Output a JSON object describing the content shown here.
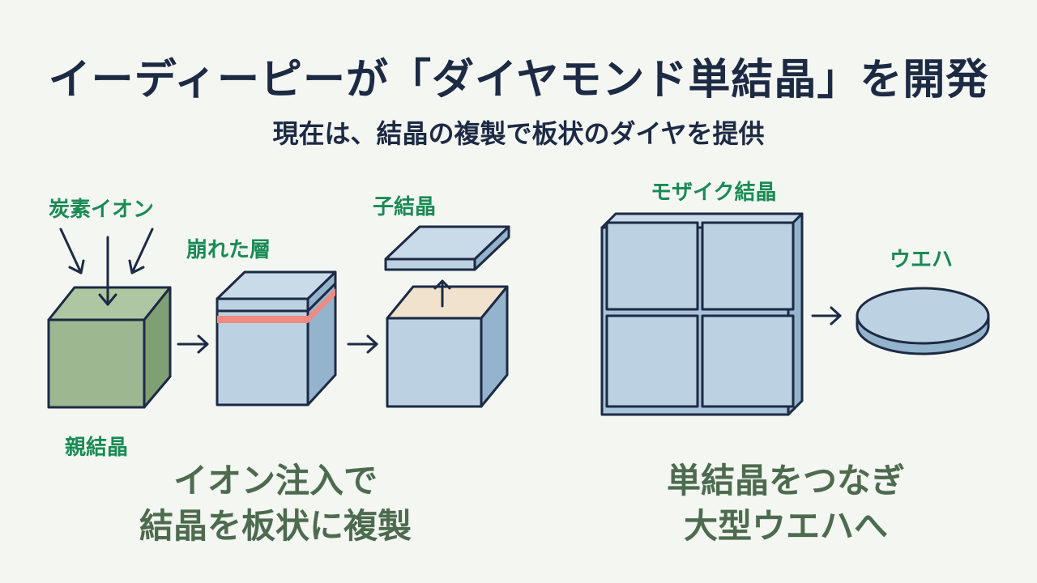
{
  "header": {
    "title": "イーディーピーが「ダイヤモンド単結晶」を開発",
    "subtitle": "現在は、結晶の複製で板状のダイヤを提供"
  },
  "left_diagram": {
    "label_ion": "炭素イオン",
    "label_parent": "親結晶",
    "label_layer": "崩れた層",
    "label_child": "子結晶",
    "caption_line1": "イオン注入で",
    "caption_line2": "結晶を板状に複製"
  },
  "right_diagram": {
    "label_mosaic": "モザイク結晶",
    "label_wafer": "ウエハ",
    "caption_line1": "単結晶をつなぎ",
    "caption_line2": "大型ウエハへ"
  },
  "colors": {
    "outline": "#1d2a44",
    "parent_green": "#9db890",
    "crystal_blue": "#bcd2e3",
    "damaged_layer": "#ef8b80",
    "label_green": "#1a8a55",
    "caption_green": "#4d6b4f"
  }
}
